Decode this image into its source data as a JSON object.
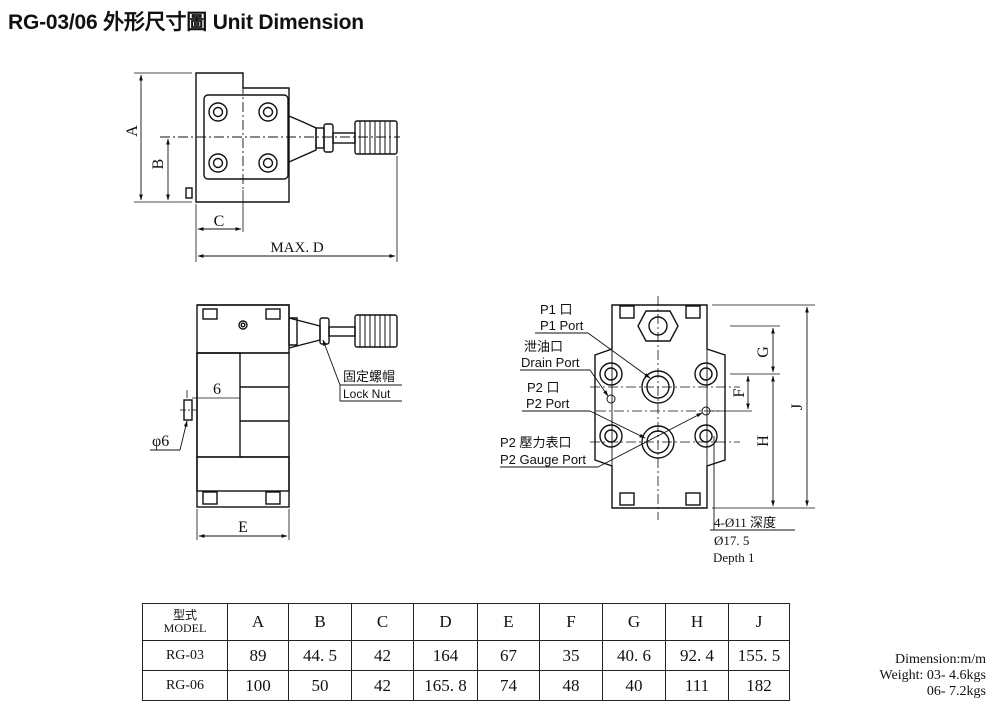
{
  "title": "RG-03/06 外形尺寸圖  Unit Dimension",
  "labels": {
    "A": "A",
    "B": "B",
    "C": "C",
    "max_d": "MAX. D",
    "six": "6",
    "phi6": "φ6",
    "E": "E",
    "lock_nut_cn": "固定螺帽",
    "lock_nut_en": "Lock Nut",
    "p1_cn": "P1 口",
    "p1_en": "P1 Port",
    "drain_cn": "泄油口",
    "drain_en": "Drain Port",
    "p2_cn": "P2 口",
    "p2_en": "P2 Port",
    "gauge_cn": "P2 壓力表口",
    "gauge_en": "P2 Gauge Port",
    "G": "G",
    "F": "F",
    "H": "H",
    "J": "J",
    "holes_1": "4-Ø11 深度",
    "holes_2": "Ø17. 5",
    "holes_3": "Depth   1"
  },
  "table": {
    "model_hd_cn": "型式",
    "model_hd_en": "MODEL",
    "columns": [
      "A",
      "B",
      "C",
      "D",
      "E",
      "F",
      "G",
      "H",
      "J"
    ],
    "rows": [
      {
        "model": "RG-03",
        "values": [
          "89",
          "44. 5",
          "42",
          "164",
          "67",
          "35",
          "40. 6",
          "92. 4",
          "155. 5"
        ]
      },
      {
        "model": "RG-06",
        "values": [
          "100",
          "50",
          "42",
          "165. 8",
          "74",
          "48",
          "40",
          "111",
          "182"
        ]
      }
    ]
  },
  "notes": {
    "dimension": "Dimension:m/m",
    "weight_1": "Weight: 03- 4.6kgs",
    "weight_2": "06- 7.2kgs"
  }
}
